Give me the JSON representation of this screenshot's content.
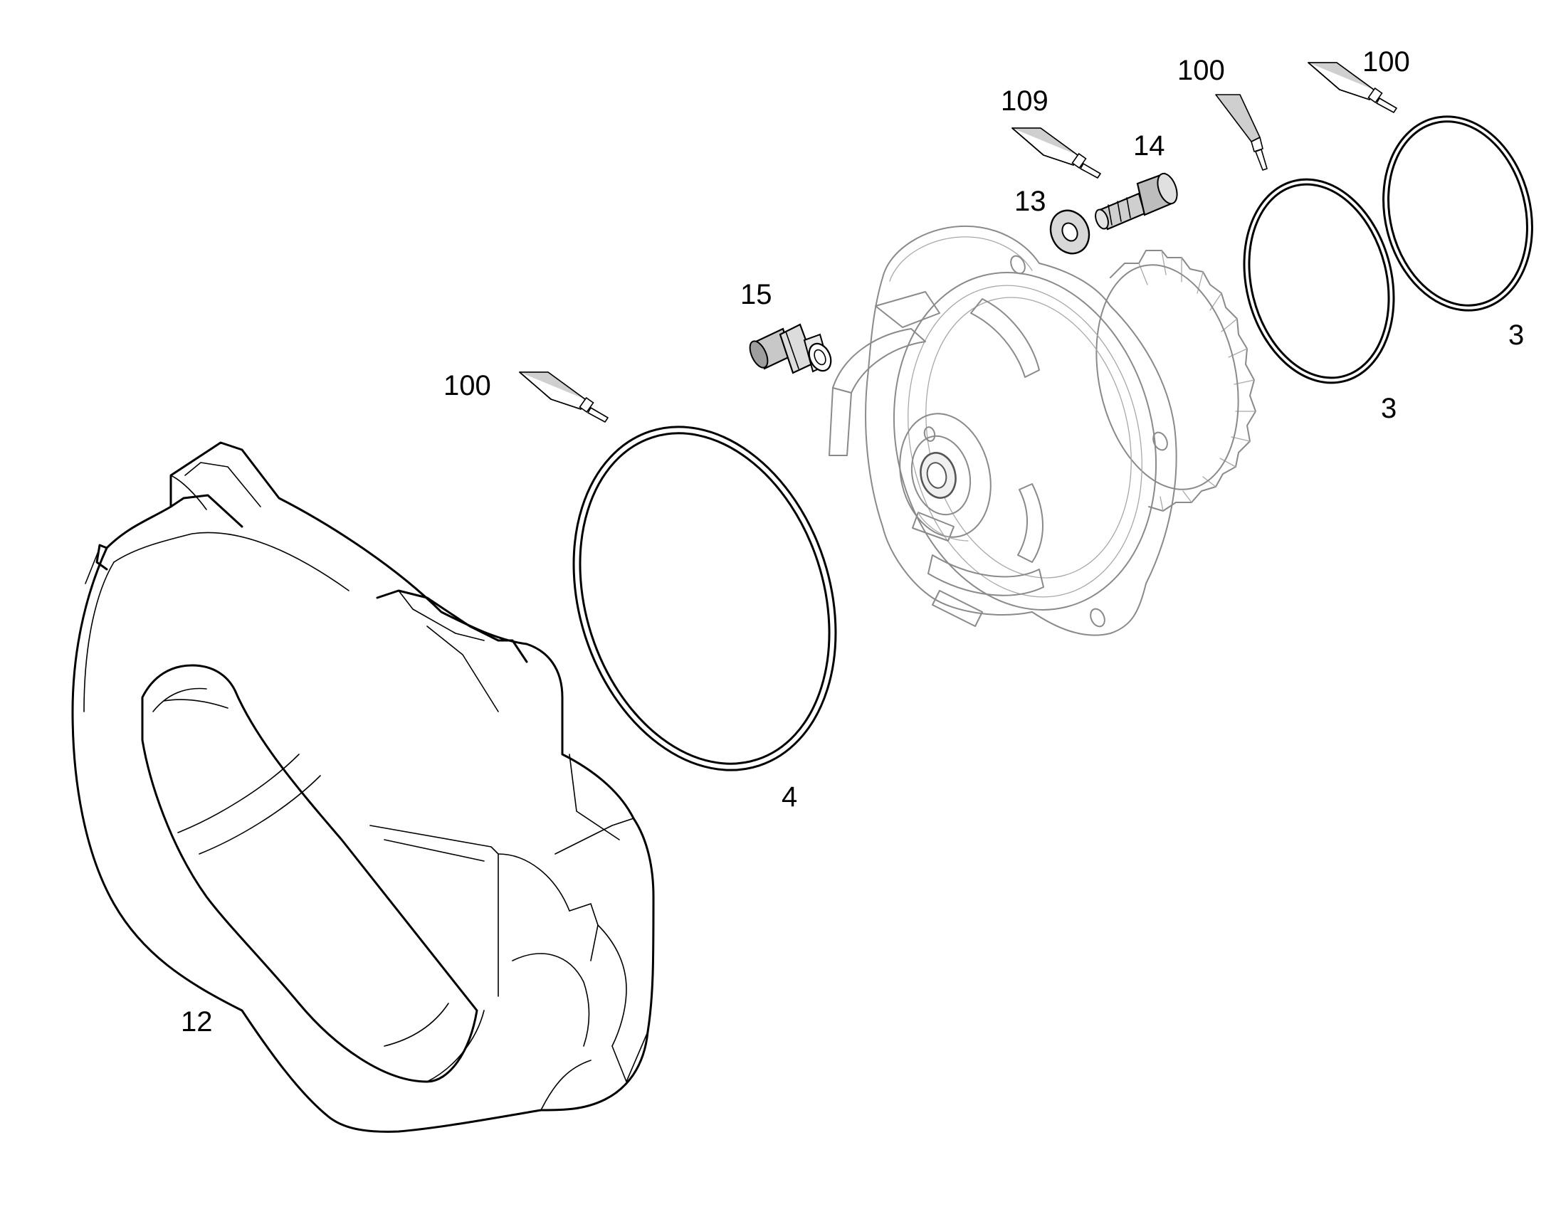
{
  "callouts": {
    "item_100_a": "100",
    "item_100_b": "100",
    "item_100_c": "100",
    "item_109": "109",
    "item_14": "14",
    "item_13": "13",
    "item_15": "15",
    "item_3_a": "3",
    "item_3_b": "3",
    "item_4": "4",
    "item_12": "12"
  },
  "colors": {
    "line": "#000000",
    "pump_line": "#8a8a8a",
    "background": "#ffffff"
  },
  "icons": {
    "sealant_tube": "sealant-tube-icon"
  }
}
